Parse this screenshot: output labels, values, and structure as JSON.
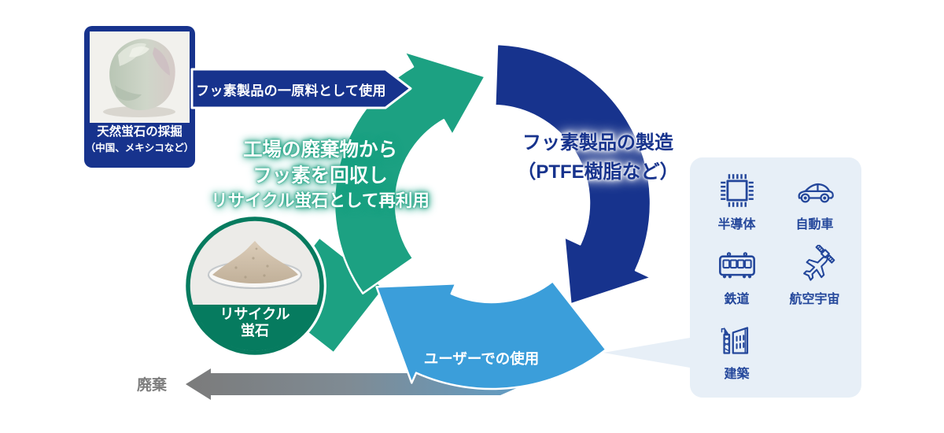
{
  "colors": {
    "dark_blue": "#17338D",
    "green": "#1CA182",
    "circle_green": "#067B5F",
    "light_blue": "#3B9EDA",
    "panel_bg": "#E7EFF7",
    "icon_blue": "#24479B",
    "gray_arrow": "#7B7B7B",
    "gray_arrow_fade": "#5C9FCC",
    "waste_text": "#7D7D7D"
  },
  "mining": {
    "caption_line1": "天然蛍石の採掘",
    "caption_line2": "（中国、メキシコなど）"
  },
  "banner": {
    "label": "フッ素製品の一原料として使用"
  },
  "cycle": {
    "recycle_line1": "工場の廃棄物から",
    "recycle_line2": "フッ素を回収し",
    "recycle_line3": "リサイクル蛍石として再利用",
    "manufacture_line1": "フッ素製品の製造",
    "manufacture_line2": "（PTFE樹脂など）",
    "user_label": "ユーザーでの使用"
  },
  "recycled_fluorite": {
    "label_line1": "リサイクル",
    "label_line2": "蛍石"
  },
  "waste": {
    "label": "廃棄"
  },
  "applications": {
    "items": [
      {
        "label": "半導体",
        "icon": "semiconductor-icon"
      },
      {
        "label": "自動車",
        "icon": "car-icon"
      },
      {
        "label": "鉄道",
        "icon": "train-icon"
      },
      {
        "label": "航空宇宙",
        "icon": "aerospace-icon"
      },
      {
        "label": "建築",
        "icon": "building-icon"
      }
    ]
  }
}
